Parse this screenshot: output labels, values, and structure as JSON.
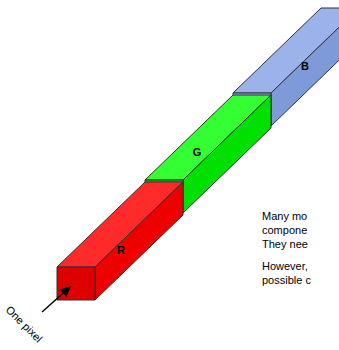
{
  "diagram": {
    "nodes": [
      {
        "text": [
          "B"
        ]
      },
      {
        "text": [
          "G"
        ]
      },
      {
        "text": [
          "R"
        ]
      }
    ],
    "labels": [
      "Many mo",
      "compone",
      "They nee",
      "However,",
      "possible c",
      "One pixel"
    ]
  }
}
